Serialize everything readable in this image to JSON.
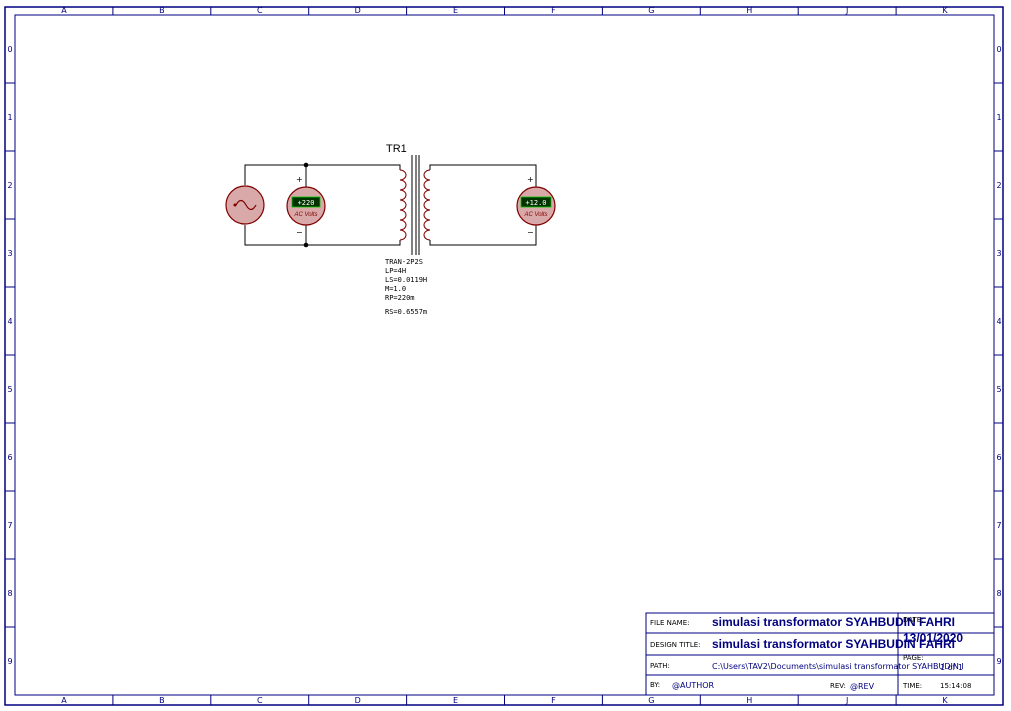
{
  "sheet": {
    "columns": [
      "A",
      "B",
      "C",
      "D",
      "E",
      "F",
      "G",
      "H",
      "J",
      "K"
    ],
    "rows": [
      "0",
      "1",
      "2",
      "3",
      "4",
      "5",
      "6",
      "7",
      "8",
      "9"
    ]
  },
  "circuit": {
    "transformer": {
      "ref": "TR1",
      "props": [
        "TRAN-2P2S",
        "LP=4H",
        "LS=0.0119H",
        "M=1.0",
        "RP=220m",
        "RS=0.6557m"
      ]
    },
    "voltmeter_primary": {
      "reading": "+220",
      "unit": "AC Volts",
      "plus": "+",
      "minus": "−"
    },
    "voltmeter_secondary": {
      "reading": "+12.0",
      "unit": "AC Volts",
      "plus": "+",
      "minus": "−"
    }
  },
  "title_block": {
    "file_name_label": "FILE NAME:",
    "file_name": "simulasi transformator SYAHBUDIN FAHRI",
    "design_title_label": "DESIGN TITLE:",
    "design_title": "simulasi transformator SYAHBUDIN FAHRI",
    "path_label": "PATH:",
    "path": "C:\\Users\\TAV2\\Documents\\simulasi transformator SYAHBUDIN I",
    "by_label": "BY:",
    "author": "@AUTHOR",
    "rev_label": "REV:",
    "rev": "@REV",
    "date_label": "DATE:",
    "date": "13/01/2020",
    "page_label": "PAGE:",
    "page": "1 of 1",
    "time_label": "TIME:",
    "time": "15:14:08"
  },
  "colors": {
    "frame": "#000080",
    "wire": "#000000",
    "component": "#800000",
    "component_fill": "#d9a8a8",
    "lcd_bg": "#003300",
    "lcd_border": "#00cc00"
  }
}
